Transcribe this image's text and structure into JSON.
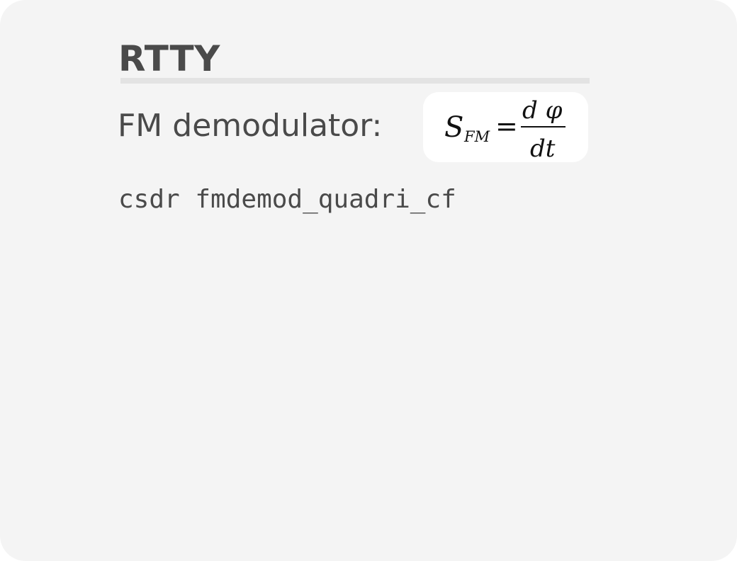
{
  "slide": {
    "title": "RTTY",
    "subtitle": "FM demodulator:",
    "formula": {
      "lhs_symbol": "S",
      "lhs_subscript": "FM",
      "equals": "=",
      "numerator": "d φ",
      "denominator": "dt"
    },
    "code": "csdr fmdemod_quadri_cf"
  }
}
